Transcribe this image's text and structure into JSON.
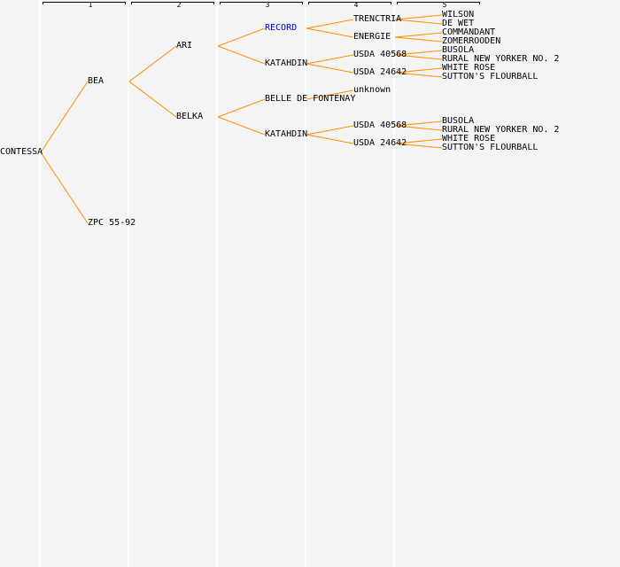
{
  "colors": {
    "line": "#ff8c00",
    "link": "#0000cc",
    "text": "#000000",
    "background": "#f4f4f4"
  },
  "generations": [
    "1",
    "2",
    "3",
    "4",
    "5"
  ],
  "tree": {
    "label": "CONTESSA",
    "children": [
      {
        "label": "BEA",
        "children": [
          {
            "label": "ARI",
            "children": [
              {
                "label": "RECORD",
                "link": true,
                "children": [
                  {
                    "label": "TRENCTRIA",
                    "children": [
                      {
                        "label": "WILSON"
                      },
                      {
                        "label": "DE WET"
                      }
                    ]
                  },
                  {
                    "label": "ENERGIE",
                    "children": [
                      {
                        "label": "COMMANDANT"
                      },
                      {
                        "label": "ZOMERROODEN"
                      }
                    ]
                  }
                ]
              },
              {
                "label": "KATAHDIN",
                "children": [
                  {
                    "label": "USDA 40568",
                    "children": [
                      {
                        "label": "BUSOLA"
                      },
                      {
                        "label": "RURAL NEW YORKER NO. 2"
                      }
                    ]
                  },
                  {
                    "label": "USDA 24642",
                    "children": [
                      {
                        "label": "WHITE ROSE"
                      },
                      {
                        "label": "SUTTON'S FLOURBALL"
                      }
                    ]
                  }
                ]
              }
            ]
          },
          {
            "label": "BELKA",
            "children": [
              {
                "label": "BELLE DE FONTENAY",
                "children": [
                  {
                    "label": "unknown"
                  }
                ]
              },
              {
                "label": "KATAHDIN",
                "children": [
                  {
                    "label": "USDA 40568",
                    "children": [
                      {
                        "label": "BUSOLA"
                      },
                      {
                        "label": "RURAL NEW YORKER NO. 2"
                      }
                    ]
                  },
                  {
                    "label": "USDA 24642",
                    "children": [
                      {
                        "label": "WHITE ROSE"
                      },
                      {
                        "label": "SUTTON'S FLOURBALL"
                      }
                    ]
                  }
                ]
              }
            ]
          }
        ]
      },
      {
        "label": "ZPC 55-92"
      }
    ]
  }
}
